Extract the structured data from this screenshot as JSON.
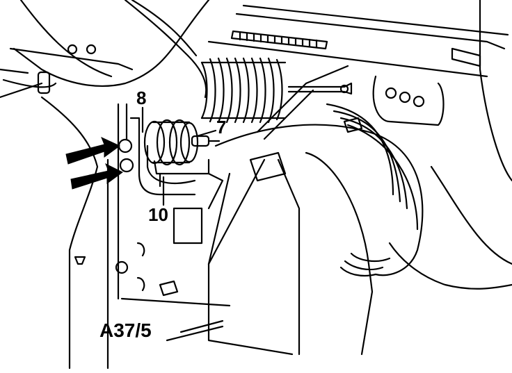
{
  "diagram": {
    "labels": {
      "part_8": "8",
      "part_7": "7",
      "part_10": "10",
      "component": "A37/5"
    },
    "arrow_count": 2,
    "stroke_color": "#000000",
    "background_color": "#ffffff"
  }
}
